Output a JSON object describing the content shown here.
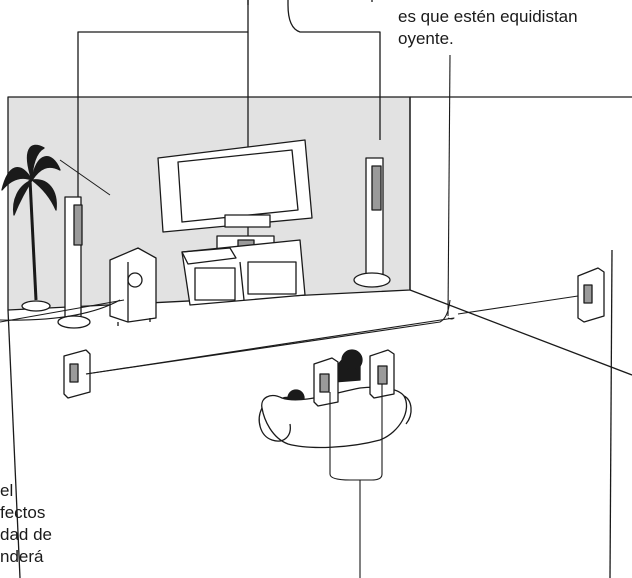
{
  "captions": {
    "top_right": [
      "es que estén equidistan",
      "oyente."
    ],
    "bottom_left": [
      "el",
      "fectos",
      "dad de",
      "nderá"
    ]
  },
  "colors": {
    "line": "#1a1a1a",
    "wall_shade": "#e2e2e2",
    "speaker_face": "#9a9a9a",
    "background": "#ffffff"
  }
}
